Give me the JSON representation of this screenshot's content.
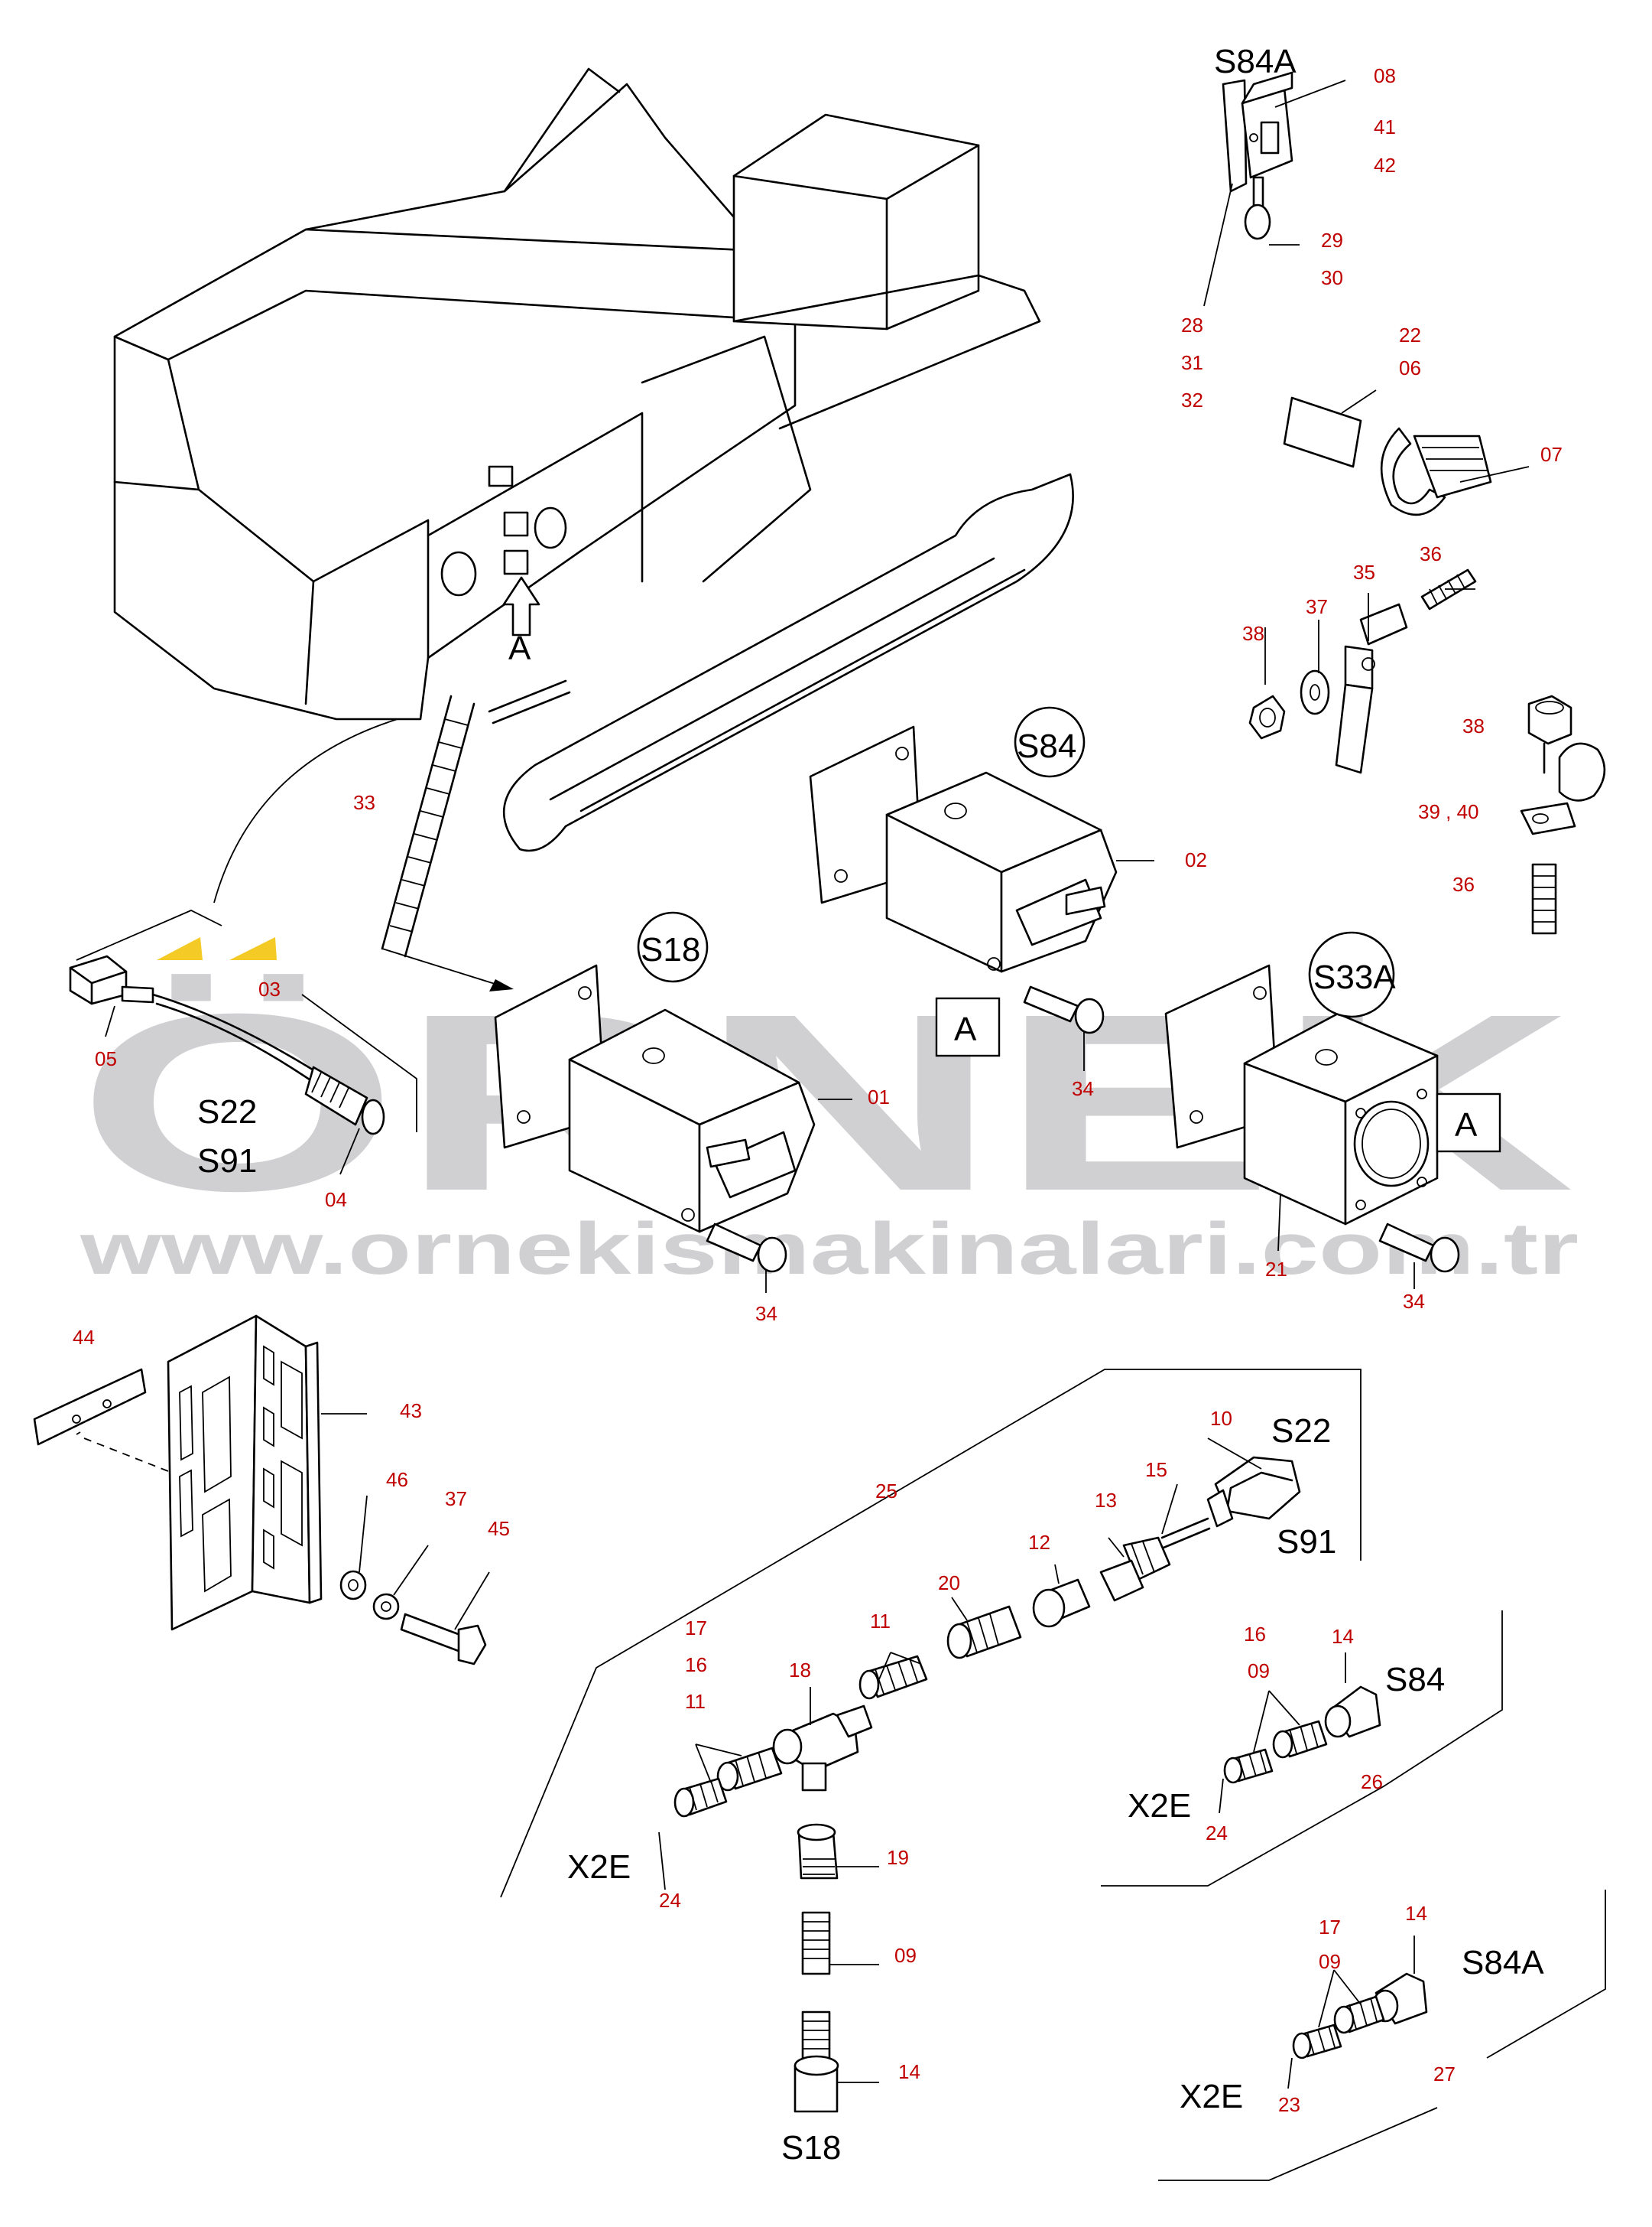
{
  "watermark": {
    "brand": "ÖRNEK",
    "url": "www.ornekismakinalari.com.tr",
    "color": "#bfbfc3",
    "accent_color": "#f2c200"
  },
  "labels": {
    "s84a_top": "S84A",
    "a_view": "A",
    "s84": "S84",
    "s18": "S18",
    "s33a": "S33A",
    "box_a": "A",
    "s22_left": "S22",
    "s91_left": "S91",
    "s22_right": "S22",
    "s91_right": "S91",
    "x2e_main": "X2E",
    "s18_bottom": "S18",
    "s84_kit": "S84",
    "x2e_kit26": "X2E",
    "s84a_kit": "S84A",
    "x2e_kit27": "X2E"
  },
  "part_numbers": {
    "n08": "08",
    "n41": "41",
    "n42": "42",
    "n29": "29",
    "n30": "30",
    "n28": "28",
    "n31": "31",
    "n32": "32",
    "n22": "22",
    "n06": "06",
    "n07": "07",
    "n36a": "36",
    "n35": "35",
    "n37a": "37",
    "n38a": "38",
    "n38b": "38",
    "n39_40": "39 , 40",
    "n36b": "36",
    "n33": "33",
    "n02": "02",
    "n03": "03",
    "n05": "05",
    "n04": "04",
    "n01": "01",
    "n34a": "34",
    "n34b": "34",
    "n34c": "34",
    "n21": "21",
    "n44": "44",
    "n43": "43",
    "n46": "46",
    "n37b": "37",
    "n45": "45",
    "n25": "25",
    "n10": "10",
    "n15": "15",
    "n13": "13",
    "n12": "12",
    "n20": "20",
    "n11a": "11",
    "n17a": "17",
    "n16a": "16",
    "n11b": "11",
    "n18": "18",
    "n24a": "24",
    "n19": "19",
    "n09a": "09",
    "n14a": "14",
    "n16b": "16",
    "n09b": "09",
    "n14b": "14",
    "n24b": "24",
    "n26": "26",
    "n17b": "17",
    "n09c": "09",
    "n14c": "14",
    "n23": "23",
    "n27": "27"
  }
}
